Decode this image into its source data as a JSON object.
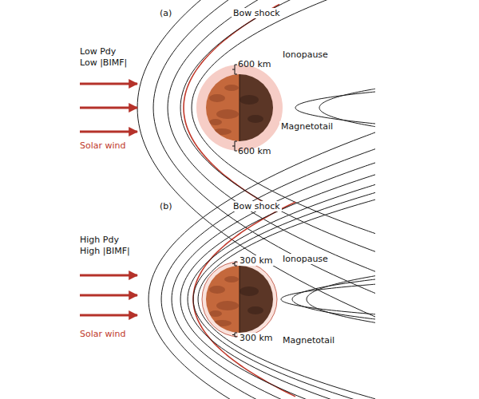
{
  "diagram": {
    "labels": [
      "(a)",
      "Bow shock",
      "Low Pdy",
      "Low |BIMF|",
      "Ionopause",
      "600 km",
      "Magnetotail",
      "600 km",
      "Solar wind",
      "(b)",
      "Bow shock",
      "High Pdy",
      "High |BIMF|",
      "Ionopause",
      "300 km",
      "Magnetotail",
      "300 km",
      "Solar wind"
    ]
  }
}
